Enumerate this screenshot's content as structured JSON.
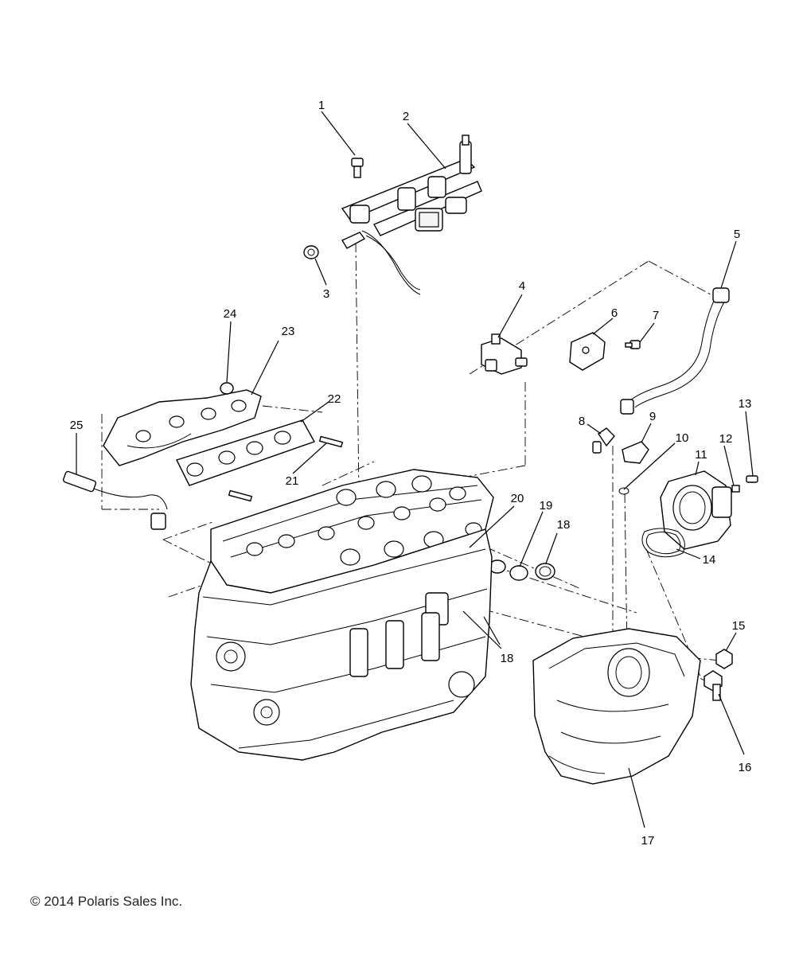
{
  "copyright": "© 2014 Polaris Sales Inc.",
  "callouts": {
    "c1": "1",
    "c2": "2",
    "c3": "3",
    "c4": "4",
    "c5": "5",
    "c6": "6",
    "c7": "7",
    "c8": "8",
    "c9": "9",
    "c10": "10",
    "c11": "11",
    "c12": "12",
    "c13": "13",
    "c14": "14",
    "c15": "15",
    "c16": "16",
    "c17": "17",
    "c18a": "18",
    "c18b": "18",
    "c19": "19",
    "c20": "20",
    "c21": "21",
    "c22": "22",
    "c23": "23",
    "c24": "24",
    "c25": "25"
  }
}
